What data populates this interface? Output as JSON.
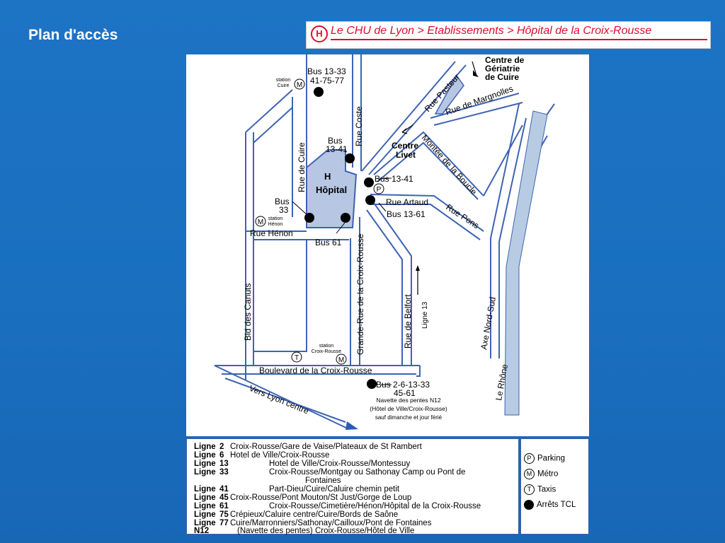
{
  "slide": {
    "title": "Plan d'accès"
  },
  "breadcrumb": {
    "logo": "H",
    "text": "Le CHU de Lyon > Etablissements > Hôpital de la Croix-Rousse"
  },
  "map": {
    "streets": {
      "rue_cuire": "Rue de Cuire",
      "rue_coste": "Rue Coste",
      "rue_pasteur": "Rue Pasteur",
      "rue_margnolles": "Rue de Margnolles",
      "montee_boucle": "Montée de la Boucle",
      "rue_artaud": "Rue Artaud",
      "rue_pons": "Rue Pons",
      "rue_henon": "Rue Hénon",
      "bld_canuts": "Bld des Canuts",
      "grande_rue": "Grande-Rue de la Croix-Rousse",
      "rue_belfort": "Rue de Belfort",
      "axe_nord_sud": "Axe Nord-Sud",
      "le_rhone": "Le Rhône",
      "bd_croix_rousse": "Boulevard de la Croix-Rousse",
      "vers_lyon": "Vers Lyon centre",
      "ligne13": "Ligne 13"
    },
    "labels": {
      "centre_geriatrie_1": "Centre de",
      "centre_geriatrie_2": "Gériatrie",
      "centre_geriatrie_3": "de Cuire",
      "centre_livet_1": "Centre",
      "centre_livet_2": "Livet",
      "hopital_h": "H",
      "hopital": "Hôpital",
      "bus_1333_1": "Bus 13-33",
      "bus_1333_2": "41-75-77",
      "bus_1341a_1": "Bus",
      "bus_1341a_2": "13-41",
      "bus_1341b": "Bus 13-41",
      "bus_1361": "Bus 13-61",
      "bus_33_1": "Bus",
      "bus_33_2": "33",
      "bus_61": "Bus 61",
      "bus_2613_1": "Bus 2-6-13-33",
      "bus_2613_2": "45-61",
      "navette_1": "Navette des pentes N12",
      "navette_2": "(Hôtel de Ville/Croix-Rousse)",
      "navette_3": "sauf dimanche et jour férié",
      "station_cuire_1": "station",
      "station_cuire_2": "Cuire",
      "station_henon_1": "station",
      "station_henon_2": "Hénon",
      "station_cr_1": "station",
      "station_cr_2": "Croix-Rousse",
      "sym_metro": "M",
      "sym_parking": "P",
      "sym_taxi": "T"
    }
  },
  "legend": {
    "rows": [
      {
        "k": "Ligne",
        "n": "2",
        "d": "Croix-Rousse/Gare de Vaise/Plateaux de St Rambert"
      },
      {
        "k": "Ligne",
        "n": "6",
        "d": "Hotel de Ville/Croix-Rousse"
      },
      {
        "k": "Ligne",
        "n": "13",
        "d": "Hotel de Ville/Croix-Rousse/Montessuy"
      },
      {
        "k": "Ligne",
        "n": "33",
        "d": "Croix-Rousse/Montgay ou Sathonay Camp ou Pont de"
      },
      {
        "k": "",
        "n": "",
        "d": "Fontaines"
      },
      {
        "k": "Ligne",
        "n": "41",
        "d": "Part-Dieu/Cuire/Caluire chemin petit"
      },
      {
        "k": "Ligne",
        "n": "45",
        "d": "Croix-Rousse/Pont Mouton/St Just/Gorge de Loup"
      },
      {
        "k": "Ligne",
        "n": "61",
        "d": "Croix-Rousse/Cimetière/Hénon/Hôpital de la Croix-Rousse"
      },
      {
        "k": "Ligne",
        "n": "75",
        "d": "Crépieux/Caluire centre/Cuire/Bords de Saône"
      },
      {
        "k": "Ligne",
        "n": "77",
        "d": "Cuire/Marronniers/Sathonay/Cailloux/Pont de Fontaines"
      },
      {
        "k": "N12",
        "n": "",
        "d": "(Navette des pentes) Croix-Rousse/Hôtel de Ville"
      }
    ],
    "keys": {
      "parking": "Parking",
      "metro": "Métro",
      "taxis": "Taxis",
      "arrets": "Arrêts TCL",
      "p": "P",
      "m": "M",
      "t": "T"
    }
  }
}
